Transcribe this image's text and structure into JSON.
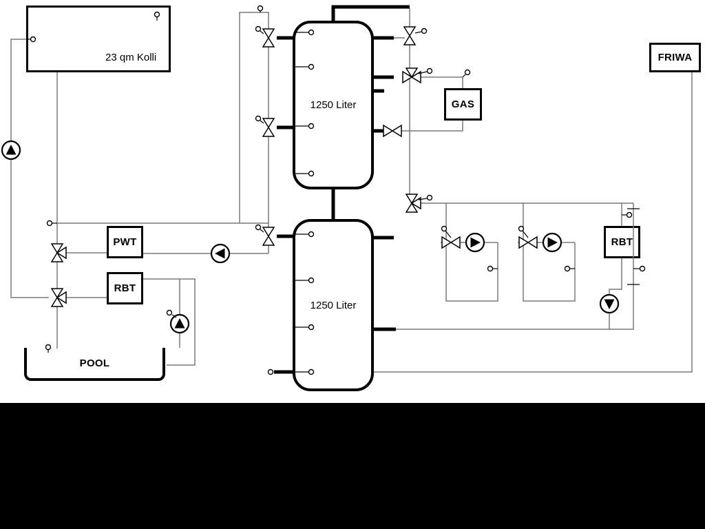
{
  "components": {
    "collector": {
      "label": "23 qm Kolli"
    },
    "tank_top": {
      "label": "1250 Liter"
    },
    "tank_bottom": {
      "label": "1250 Liter"
    },
    "gas": {
      "label": "GAS"
    },
    "friwa": {
      "label": "FRIWA"
    },
    "pwt": {
      "label": "PWT"
    },
    "rbt_pool": {
      "label": "RBT"
    },
    "rbt_right": {
      "label": "RBT"
    },
    "pool": {
      "label": "POOL"
    }
  },
  "icons": {
    "pump": "circle-with-filled-triangle",
    "valve": "bowtie-two-way",
    "three_way_valve": "bowtie-with-branch-triangle",
    "sensor": "small-circle-with-stem"
  },
  "colors": {
    "pipe": "#787878",
    "component_line": "#000000",
    "diagram_background": "#ffffff",
    "letterbox": "#000000"
  }
}
